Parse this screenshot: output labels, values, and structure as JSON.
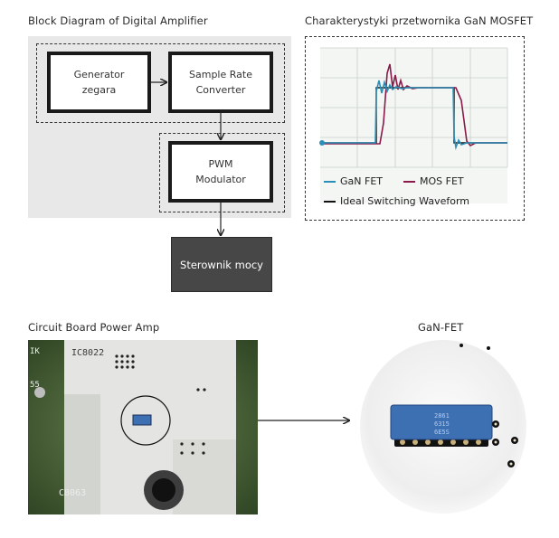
{
  "block_diagram": {
    "title": "Block Diagram of Digital Amplifier",
    "blocks": {
      "generator": "Generator\nzegara",
      "src": "Sample Rate\nConverter",
      "pwm": "PWM\nModulator",
      "driver": "Sterownik mocy"
    }
  },
  "characteristics": {
    "title": "Charakterystyki przetwornika GaN MOSFET",
    "legend": [
      {
        "label": "GaN FET",
        "color": "#2a8fb8"
      },
      {
        "label": "MOS FET",
        "color": "#8a1a4a"
      },
      {
        "label": "Ideal Switching Waveform",
        "color": "#111111"
      }
    ]
  },
  "board": {
    "title": "Circuit Board Power Amp",
    "silkscreen": [
      "IC8022",
      "C8063",
      "IK",
      "55"
    ]
  },
  "gan": {
    "title": "GaN-FET",
    "chip_marking": [
      "2861",
      "6315",
      "6E5S"
    ]
  },
  "colors": {
    "diagram_bg": "#e8e8e8",
    "board_green": "#4f6a3c",
    "chip_blue": "#3d6fb3"
  }
}
